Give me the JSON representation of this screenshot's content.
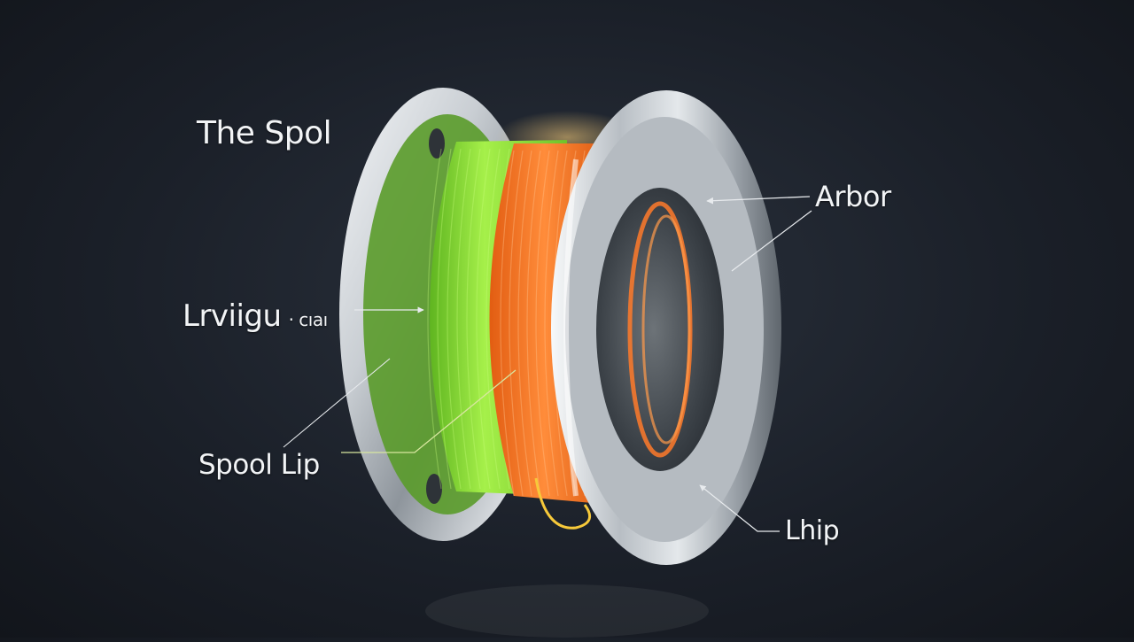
{
  "labels": {
    "title": "The Spol",
    "arbor": "Arbor",
    "line_main": "Lrviigu",
    "line_suffix": "· cıaı",
    "spool_lip": "Spool Lip",
    "lip": "Lhip"
  },
  "colors": {
    "background": "#1b2029",
    "metal_light": "#e9edf0",
    "metal_dark": "#7d848b",
    "green_line": "#8fe33a",
    "orange_line": "#ff7f2a",
    "label_text": "#f2f4f6"
  }
}
